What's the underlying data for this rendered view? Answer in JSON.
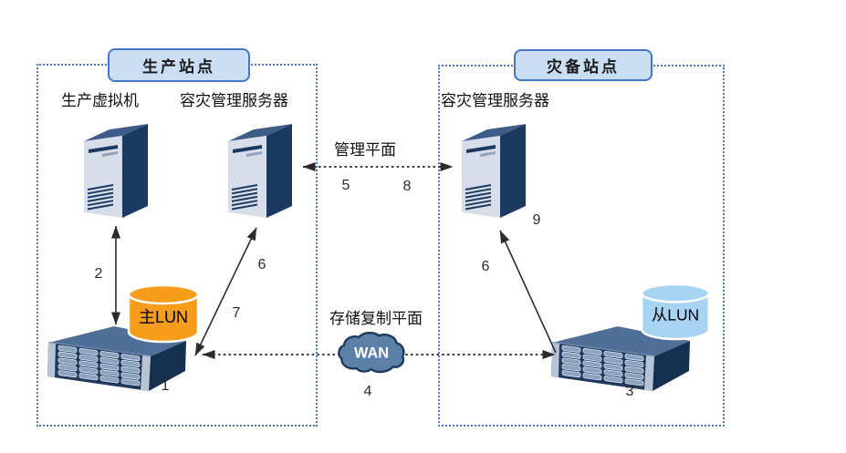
{
  "production": {
    "title": "生产站点",
    "vm_label": "生产虚拟机",
    "server_label": "容灾管理服务器",
    "lun_label": "主LUN",
    "numbers": {
      "storage": "1",
      "vm_link": "2",
      "link_upper": "6",
      "link_lower": "7"
    }
  },
  "recovery": {
    "title": "灾备站点",
    "server_label": "容灾管理服务器",
    "lun_label": "从LUN",
    "numbers": {
      "storage": "3",
      "link": "6",
      "server": "9"
    }
  },
  "planes": {
    "management": {
      "label": "管理平面",
      "num_left": "5",
      "num_right": "8"
    },
    "replication": {
      "label": "存储复制平面",
      "wan": "WAN",
      "num": "4"
    }
  },
  "colors": {
    "site_border": "#4577c9",
    "badge_fill": "#c9def3",
    "primary_lun": "#f89c1c",
    "secondary_lun": "#a8d4f4",
    "cloud_fill": "#5c80a8",
    "device_dark": "#1c3a61",
    "arrow": "#2b2b2b"
  }
}
